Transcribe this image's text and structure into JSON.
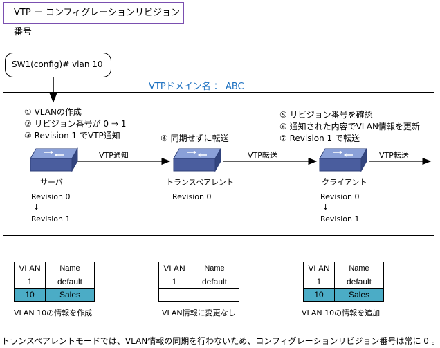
{
  "title": "VTP － コンフィグレーションリビジョン番号",
  "command": "SW1(config)# vlan 10",
  "domain_label": "VTPドメイン名 ： ABC",
  "server_notes": [
    "① VLANの作成",
    "② リビジョン番号が 0 ⇒ 1",
    "③ Revision 1 でVTP通知"
  ],
  "transparent_note": "④ 同期せずに転送",
  "client_notes": [
    "⑤ リビジョン番号を確認",
    "⑥ 通知された内容でVLAN情報を更新",
    "⑦ Revision 1 で転送"
  ],
  "devices": {
    "server": {
      "label": "サーバ",
      "rev_before": "Revision 0",
      "arrow": "↓",
      "rev_after": "Revision 1"
    },
    "transparent": {
      "label": "トランスペアレント",
      "rev": "Revision 0"
    },
    "client": {
      "label": "クライアント",
      "rev_before": "Revision 0",
      "arrow": "↓",
      "rev_after": "Revision 1"
    }
  },
  "edges": {
    "notify": "VTP通知",
    "forward1": "VTP転送",
    "forward2": "VTP転送"
  },
  "tables": {
    "header": {
      "vlan": "VLAN",
      "name": "Name"
    },
    "server": {
      "rows": [
        {
          "vlan": "1",
          "name": "default"
        },
        {
          "vlan": "10",
          "name": "Sales"
        }
      ],
      "caption": "VLAN 10の情報を作成"
    },
    "transparent": {
      "rows": [
        {
          "vlan": "1",
          "name": "default"
        },
        {
          "vlan": "",
          "name": ""
        }
      ],
      "caption": "VLAN情報に変更なし"
    },
    "client": {
      "rows": [
        {
          "vlan": "1",
          "name": "default"
        },
        {
          "vlan": "10",
          "name": "Sales"
        }
      ],
      "caption": "VLAN 10の情報を追加"
    }
  },
  "footer": "トランスペアレントモードでは、VLAN情報の同期を行わないため、コンフィグレーションリビジョン番号は常に 0 。",
  "colors": {
    "accent_purple": "#7a4fb0",
    "domain_blue": "#1a6fc0",
    "highlight": "#4bacc6",
    "switch_body": "#4a5d9e"
  }
}
